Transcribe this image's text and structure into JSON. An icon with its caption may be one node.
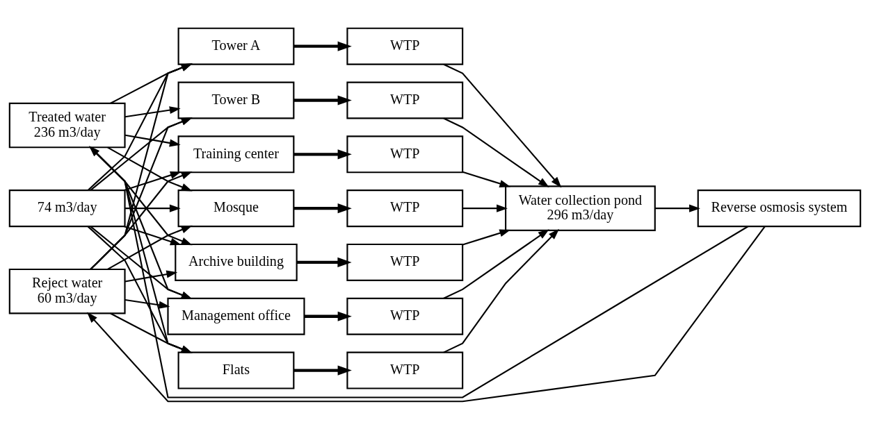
{
  "diagram": {
    "nodes": [
      {
        "text": [
          "Tower A"
        ]
      },
      {
        "text": [
          "Tower B"
        ]
      },
      {
        "text": [
          "Training center"
        ]
      },
      {
        "text": [
          "Mosque"
        ]
      },
      {
        "text": [
          "Archive building"
        ]
      },
      {
        "text": [
          "Management office"
        ]
      },
      {
        "text": [
          "Flats"
        ]
      },
      {
        "text": [
          "WTP"
        ]
      },
      {
        "text": [
          "WTP"
        ]
      },
      {
        "text": [
          "WTP"
        ]
      },
      {
        "text": [
          "WTP"
        ]
      },
      {
        "text": [
          "WTP"
        ]
      },
      {
        "text": [
          "WTP"
        ]
      },
      {
        "text": [
          "WTP"
        ]
      },
      {
        "text": [
          "74 m3/day"
        ]
      },
      {
        "text": [
          "Treated water",
          "236 m3/day"
        ]
      },
      {
        "text": [
          "Reject water",
          "60 m3/day"
        ]
      },
      {
        "text": [
          "Water collection pond",
          "296 m3/day"
        ]
      },
      {
        "text": [
          "Reverse osmosis system"
        ]
      }
    ],
    "edges": [
      {
        "from": 0,
        "to": 7,
        "arrow": "to",
        "style": "thick"
      },
      {
        "from": 1,
        "to": 8,
        "arrow": "to",
        "style": "thick"
      },
      {
        "from": 2,
        "to": 9,
        "arrow": "to",
        "style": "thick"
      },
      {
        "from": 3,
        "to": 10,
        "arrow": "to",
        "style": "thick"
      },
      {
        "from": 4,
        "to": 11,
        "arrow": "to",
        "style": "thick"
      },
      {
        "from": 5,
        "to": 12,
        "arrow": "to",
        "style": "thick"
      },
      {
        "from": 6,
        "to": 13,
        "arrow": "to",
        "style": "thick"
      },
      {
        "from": 7,
        "to": 17,
        "arrow": "to"
      },
      {
        "from": 8,
        "to": 17,
        "arrow": "to"
      },
      {
        "from": 9,
        "to": 17,
        "arrow": "to"
      },
      {
        "from": 10,
        "to": 17,
        "arrow": "to"
      },
      {
        "from": 11,
        "to": 17,
        "arrow": "to"
      },
      {
        "from": 12,
        "to": 17,
        "arrow": "to"
      },
      {
        "from": 13,
        "to": 17,
        "arrow": "to"
      },
      {
        "from": 17,
        "to": 18,
        "arrow": "to"
      },
      {
        "from": 18,
        "to": 15,
        "arrow": "to"
      },
      {
        "from": 18,
        "to": 16,
        "arrow": "to"
      },
      {
        "from": 14,
        "to": 0,
        "arrow": "to"
      },
      {
        "from": 14,
        "to": 1,
        "arrow": "to"
      },
      {
        "from": 14,
        "to": 2,
        "arrow": "to"
      },
      {
        "from": 14,
        "to": 3,
        "arrow": "to"
      },
      {
        "from": 14,
        "to": 4,
        "arrow": "to"
      },
      {
        "from": 14,
        "to": 5,
        "arrow": "to"
      },
      {
        "from": 14,
        "to": 6,
        "arrow": "to"
      },
      {
        "from": 15,
        "to": 0,
        "arrow": "to"
      },
      {
        "from": 15,
        "to": 1,
        "arrow": "to"
      },
      {
        "from": 15,
        "to": 2,
        "arrow": "to"
      },
      {
        "from": 15,
        "to": 3,
        "arrow": "to"
      },
      {
        "from": 15,
        "to": 4,
        "arrow": "to"
      },
      {
        "from": 15,
        "to": 5,
        "arrow": "to"
      },
      {
        "from": 15,
        "to": 6,
        "arrow": "to"
      },
      {
        "from": 16,
        "to": 0,
        "arrow": "to"
      },
      {
        "from": 16,
        "to": 1,
        "arrow": "to"
      },
      {
        "from": 16,
        "to": 2,
        "arrow": "to"
      },
      {
        "from": 16,
        "to": 3,
        "arrow": "to"
      },
      {
        "from": 16,
        "to": 4,
        "arrow": "to"
      },
      {
        "from": 16,
        "to": 5,
        "arrow": "to"
      },
      {
        "from": 16,
        "to": 6,
        "arrow": "to"
      }
    ]
  }
}
